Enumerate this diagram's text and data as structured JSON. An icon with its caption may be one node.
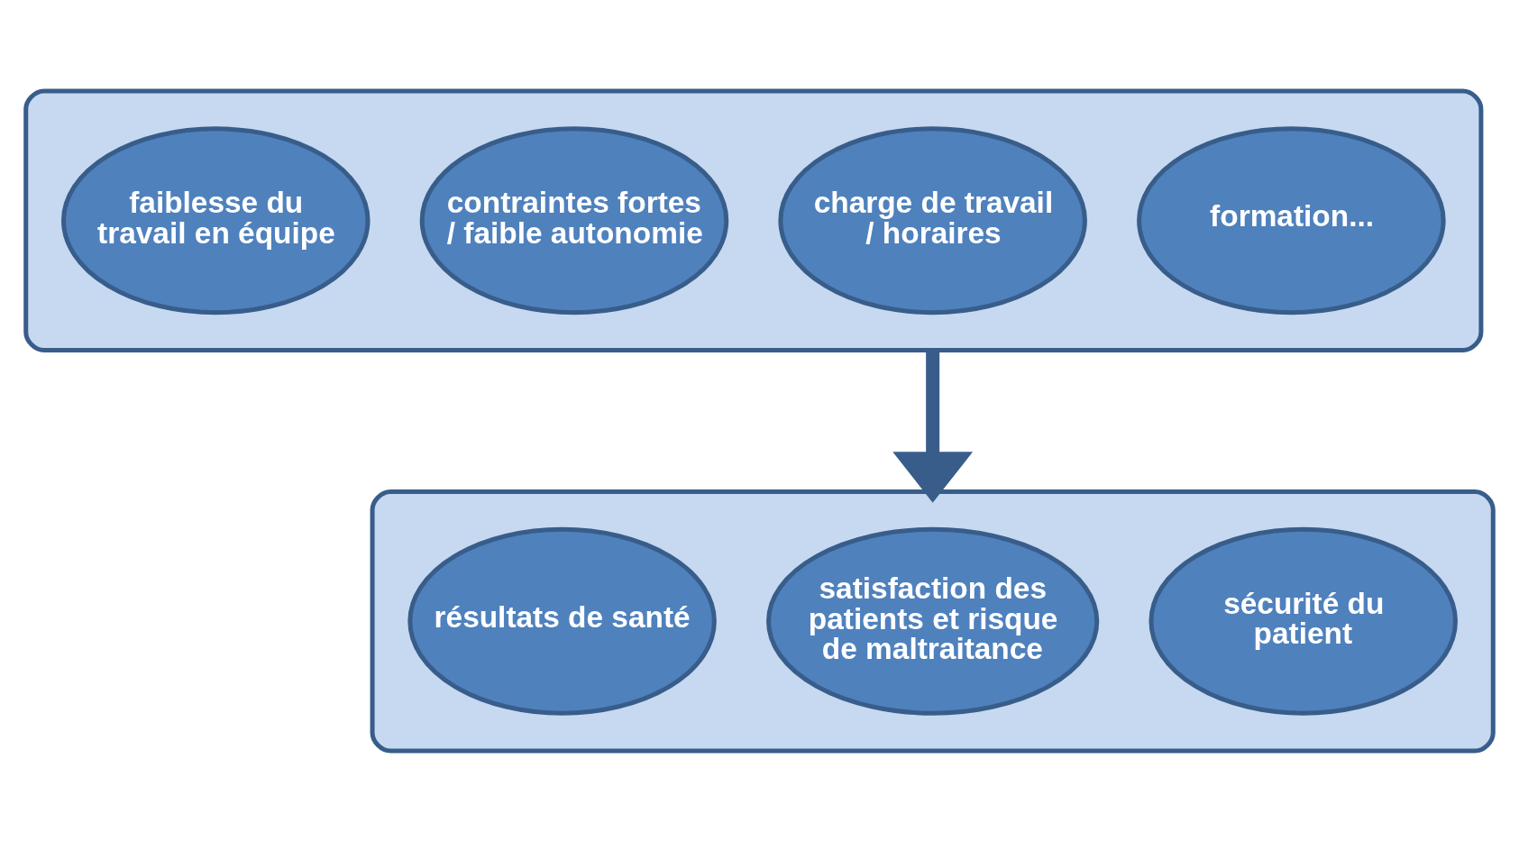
{
  "diagram": {
    "nodes": [
      {
        "text": [],
        "shape": "box"
      },
      {
        "text": [
          "faiblesse du travail en équipe"
        ],
        "in": 0
      },
      {
        "text": [
          "contraintes fortes / faible autonomie"
        ],
        "in": 0
      },
      {
        "text": [
          "charge de travail / horaires"
        ],
        "in": 0
      },
      {
        "text": [
          "formation..."
        ],
        "in": 0
      },
      {
        "text": [],
        "shape": "box"
      },
      {
        "text": [
          "résultats de santé"
        ],
        "in": 5
      },
      {
        "text": [
          "satisfaction des patients et risque de maltraitance"
        ],
        "in": 5
      },
      {
        "text": [
          "sécurité du patient"
        ],
        "in": 5
      }
    ],
    "edges": [
      {
        "from": 0,
        "to": 5,
        "arrow": "to"
      }
    ]
  }
}
